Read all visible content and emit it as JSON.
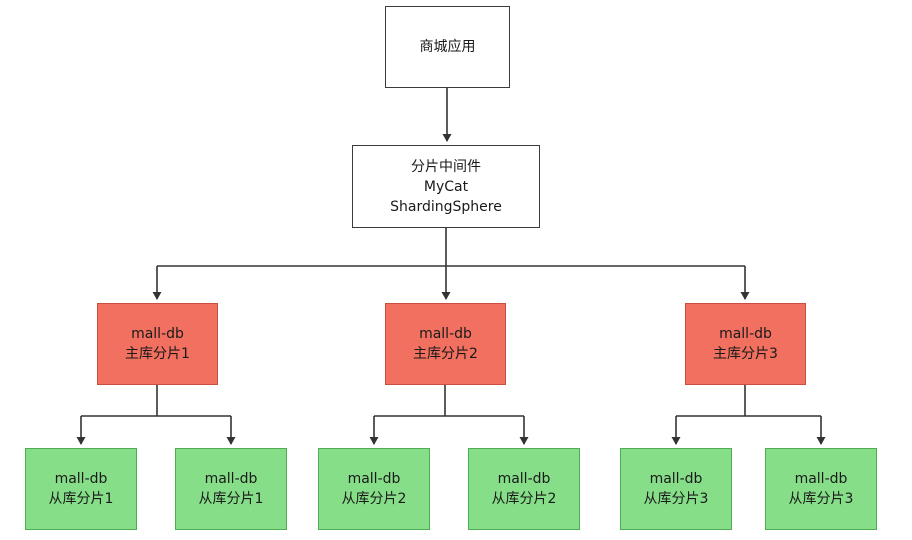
{
  "diagram": {
    "title": "database-sharding-architecture",
    "app": {
      "label": "商城应用"
    },
    "middleware": {
      "lines": [
        "分片中间件",
        "MyCat",
        "ShardingSphere"
      ]
    },
    "masters": [
      {
        "line1": "mall-db",
        "line2": "主库分片1"
      },
      {
        "line1": "mall-db",
        "line2": "主库分片2"
      },
      {
        "line1": "mall-db",
        "line2": "主库分片3"
      }
    ],
    "slaves": [
      {
        "line1": "mall-db",
        "line2": "从库分片1"
      },
      {
        "line1": "mall-db",
        "line2": "从库分片1"
      },
      {
        "line1": "mall-db",
        "line2": "从库分片2"
      },
      {
        "line1": "mall-db",
        "line2": "从库分片2"
      },
      {
        "line1": "mall-db",
        "line2": "从库分片3"
      },
      {
        "line1": "mall-db",
        "line2": "从库分片3"
      }
    ],
    "colors": {
      "master_fill": "#F1705F",
      "master_border": "#C9503F",
      "slave_fill": "#86DF88",
      "slave_border": "#4FAE52",
      "connector": "#333333"
    }
  }
}
